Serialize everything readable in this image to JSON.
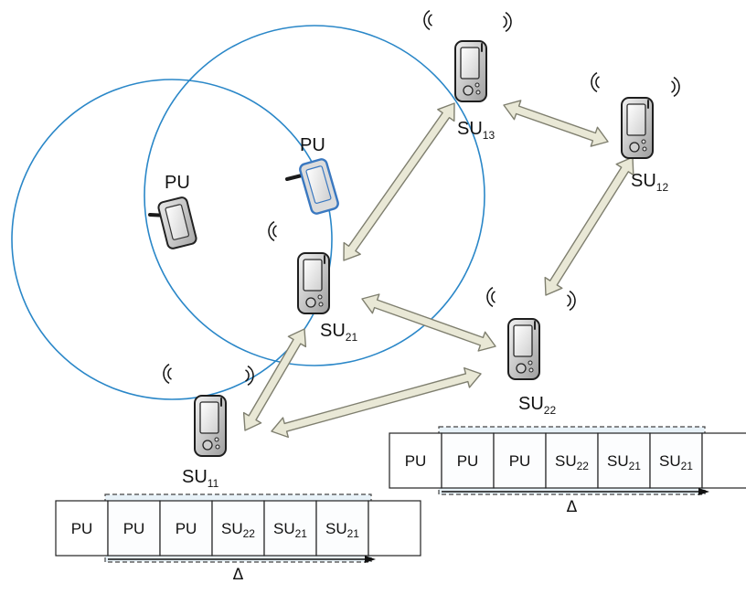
{
  "nodes": {
    "pu_left": {
      "label": "PU"
    },
    "pu_right": {
      "label": "PU"
    },
    "su13": {
      "main": "SU",
      "sub": "13"
    },
    "su12": {
      "main": "SU",
      "sub": "12"
    },
    "su21": {
      "main": "SU",
      "sub": "21"
    },
    "su22": {
      "main": "SU",
      "sub": "22"
    },
    "su11": {
      "main": "SU",
      "sub": "11"
    }
  },
  "slot_tables": [
    {
      "cells": [
        {
          "main": "PU",
          "sub": ""
        },
        {
          "main": "PU",
          "sub": ""
        },
        {
          "main": "PU",
          "sub": ""
        },
        {
          "main": "SU",
          "sub": "22"
        },
        {
          "main": "SU",
          "sub": "21"
        },
        {
          "main": "SU",
          "sub": "21"
        },
        {
          "main": "",
          "sub": ""
        }
      ],
      "window_label": "Δ"
    },
    {
      "cells": [
        {
          "main": "PU",
          "sub": ""
        },
        {
          "main": "PU",
          "sub": ""
        },
        {
          "main": "PU",
          "sub": ""
        },
        {
          "main": "SU",
          "sub": "22"
        },
        {
          "main": "SU",
          "sub": "21"
        },
        {
          "main": "SU",
          "sub": "21"
        },
        {
          "main": "",
          "sub": ""
        }
      ],
      "window_label": "Δ"
    }
  ],
  "colors": {
    "circle": "#2a87c8",
    "arrow_fill": "#e9e8d6",
    "arrow_stroke": "#7f7f6f",
    "device_body": "#d6d6d6",
    "device_screen": "#f0f0f0",
    "pu_highlight": "#3a78c0"
  }
}
